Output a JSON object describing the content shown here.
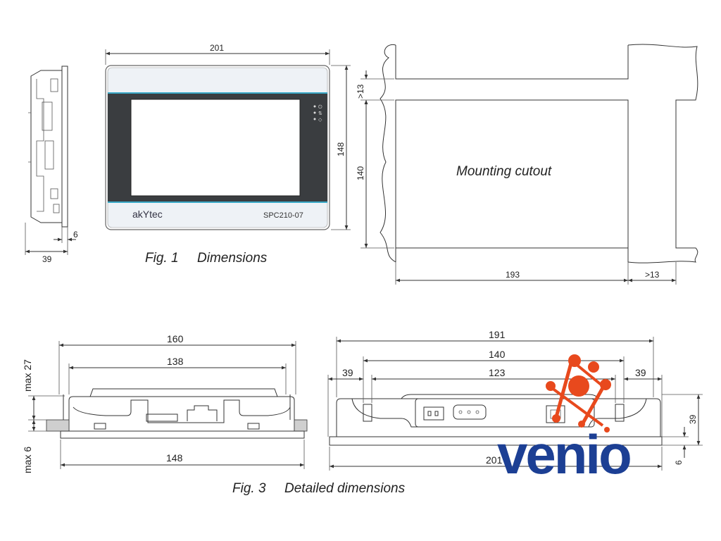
{
  "fig1": {
    "caption_num": "Fig. 1",
    "caption_text": "Dimensions",
    "dim_width": "201",
    "dim_height": "148",
    "dim_depth": "39",
    "dim_front": "6",
    "brand": "akYtec",
    "model": "SPC210-07"
  },
  "cutout": {
    "label": "Mounting cutout",
    "dim_width": "193",
    "dim_height": "140",
    "dim_top_margin": ">13",
    "dim_side_margin": ">13"
  },
  "fig3": {
    "caption_num": "Fig. 3",
    "caption_text": "Detailed dimensions",
    "left": {
      "dim_160": "160",
      "dim_138": "138",
      "dim_148": "148",
      "dim_max27": "max 27",
      "dim_max6": "max 6"
    },
    "right": {
      "dim_191": "191",
      "dim_140": "140",
      "dim_123": "123",
      "dim_39_left": "39",
      "dim_39_right": "39",
      "dim_201": "201",
      "dim_39_v": "39",
      "dim_6_v": "6"
    }
  },
  "watermark": {
    "text": "venio",
    "color_text": "#1c3f94",
    "color_mark": "#e8491d"
  }
}
